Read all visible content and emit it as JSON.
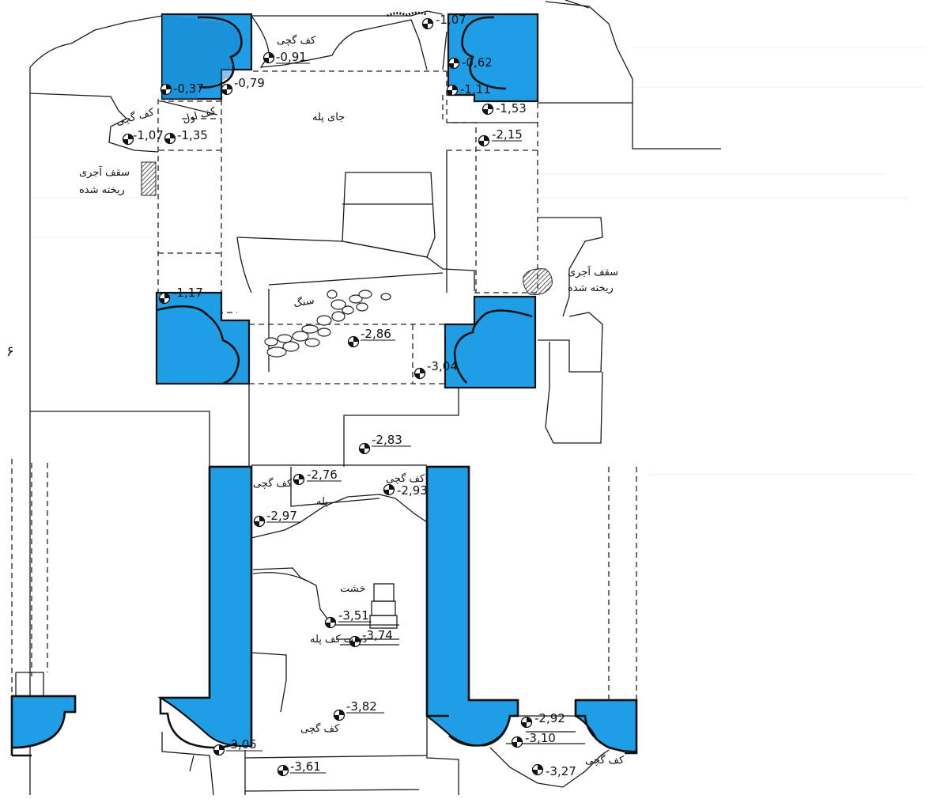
{
  "levels": [
    {
      "id": "l1",
      "text": "-1,07"
    },
    {
      "id": "l2",
      "text": "-0,91"
    },
    {
      "id": "l3",
      "text": "-0,62"
    },
    {
      "id": "l4",
      "text": "-0,37"
    },
    {
      "id": "l5",
      "text": "-0,79"
    },
    {
      "id": "l6",
      "text": "-1,11"
    },
    {
      "id": "l7",
      "text": "-1,53"
    },
    {
      "id": "l8",
      "text": "-1,07"
    },
    {
      "id": "l9",
      "text": "-1,35"
    },
    {
      "id": "l10",
      "text": "-2,15"
    },
    {
      "id": "l11",
      "text": "-1,17"
    },
    {
      "id": "l12",
      "text": "-2,86"
    },
    {
      "id": "l13",
      "text": "-3,04"
    },
    {
      "id": "l14",
      "text": "-2,83"
    },
    {
      "id": "l15",
      "text": "-2,76"
    },
    {
      "id": "l16",
      "text": "-2,93"
    },
    {
      "id": "l17",
      "text": "-2,97"
    },
    {
      "id": "l18",
      "text": "-3,51"
    },
    {
      "id": "l19",
      "text": "-3,74"
    },
    {
      "id": "l20",
      "text": "-3,82"
    },
    {
      "id": "l21",
      "text": "-2,92"
    },
    {
      "id": "l22",
      "text": "-3,10"
    },
    {
      "id": "l23",
      "text": "-3,05"
    },
    {
      "id": "l24",
      "text": "-3,61"
    },
    {
      "id": "l25",
      "text": "-3,27"
    }
  ],
  "labels": {
    "kaf_gachi_top": "کف گچی",
    "jay_pele": "جای پله",
    "kaf_avval": "کف اول",
    "kaf_gachi_left": "کف گچی",
    "saqf_ajori": "سقف آجری",
    "rikhte_shode": "ریخته شده",
    "saqf_ajori_right": "سقف آجری",
    "rikhte_shode_right": "ریخته شده",
    "sang": "سنگ",
    "kaf_gachi_mid": "کف گچی",
    "kaf_gachi_mid_right": "کف گچی",
    "pele_mid": "پله",
    "khesht": "خشت",
    "dast_kaf_pele": "دست کف پله",
    "kaf_gachi_bottom": "کف گچی",
    "kaf_gachi_bottom_right": "کف گچی",
    "side_mark": "۶"
  }
}
